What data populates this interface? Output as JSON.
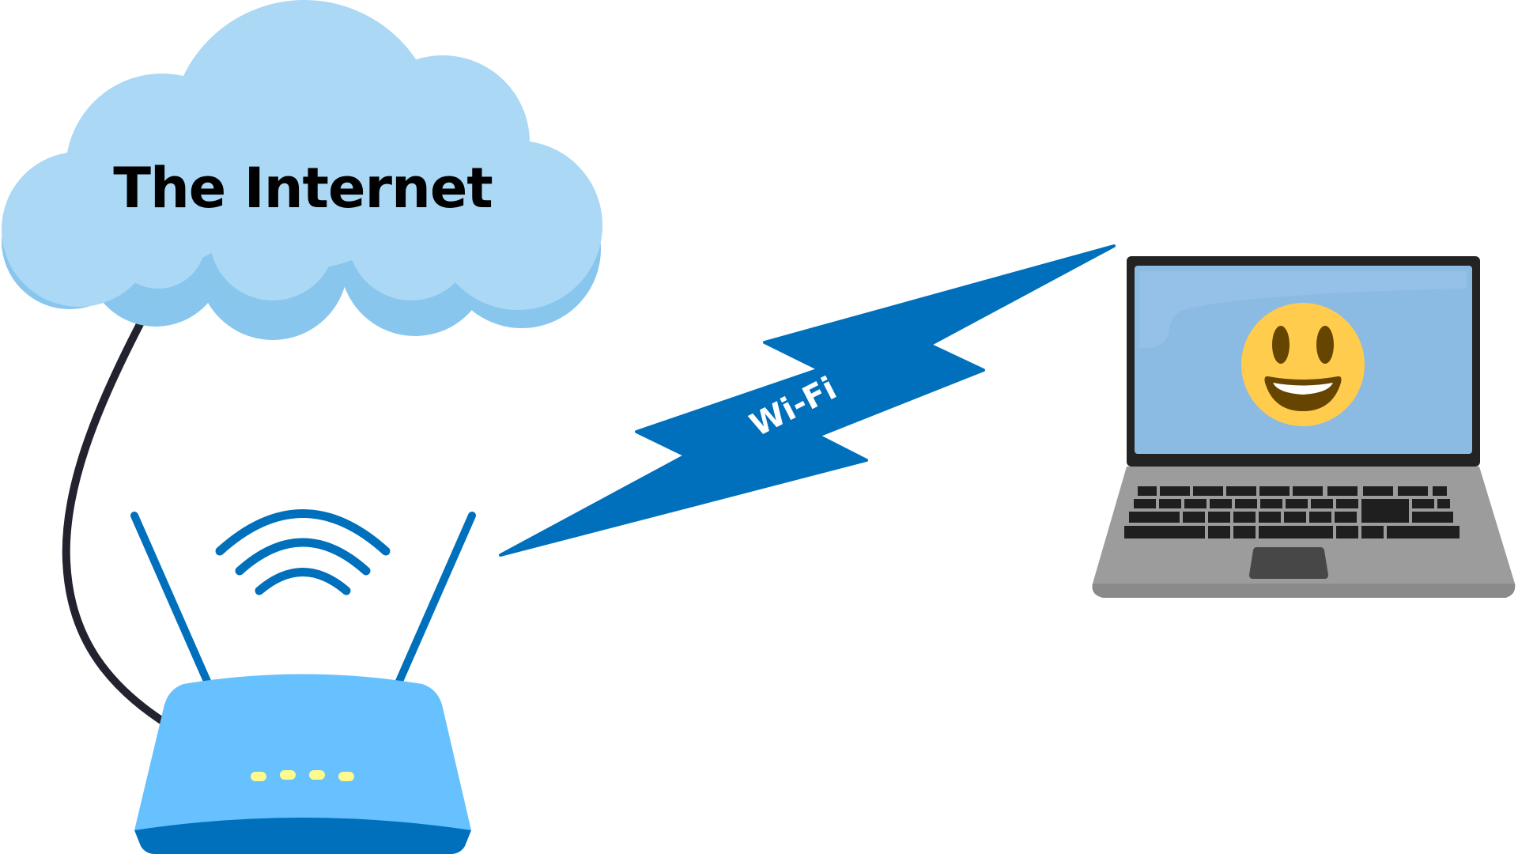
{
  "diagram": {
    "type": "network-connection",
    "cloud": {
      "label": "The Internet",
      "fill": "#AAD8F5",
      "shadow": "#89C6EE"
    },
    "cable": {
      "color": "#22232E",
      "connects": [
        "cloud",
        "router"
      ]
    },
    "router": {
      "body_color": "#66C1FE",
      "base_color": "#0070BC",
      "antenna_color": "#0070BC",
      "led_color": "#FFFA8B",
      "led_count": 4,
      "signal_arcs": 3
    },
    "link": {
      "label": "Wi-Fi",
      "color": "#0070BC",
      "connects": [
        "router",
        "laptop"
      ]
    },
    "laptop": {
      "bezel_color": "#232323",
      "screen_color": "#8BBAE3",
      "body_color": "#9C9C9C",
      "key_color": "#1F1F1F",
      "touchpad_color": "#474747",
      "screen_content": "smiley-face-emoji",
      "emoji_colors": {
        "face": "#FFCC4D",
        "features": "#664500",
        "teeth": "#FFFFFF"
      }
    }
  }
}
